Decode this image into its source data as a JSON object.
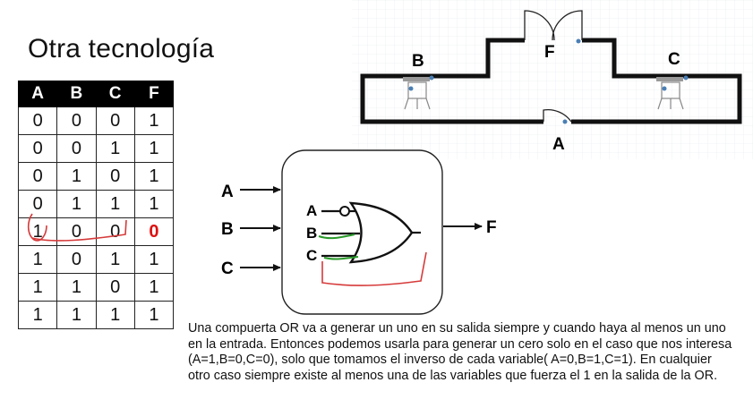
{
  "title": "Otra tecnología",
  "truth_table": {
    "headers": [
      "A",
      "B",
      "C",
      "F"
    ],
    "rows": [
      [
        "0",
        "0",
        "0",
        "1"
      ],
      [
        "0",
        "0",
        "1",
        "1"
      ],
      [
        "0",
        "1",
        "0",
        "1"
      ],
      [
        "0",
        "1",
        "1",
        "1"
      ],
      [
        "1",
        "0",
        "0",
        "0"
      ],
      [
        "1",
        "0",
        "1",
        "1"
      ],
      [
        "1",
        "1",
        "0",
        "1"
      ],
      [
        "1",
        "1",
        "1",
        "1"
      ]
    ],
    "highlight_color": "#d11111"
  },
  "floor_plan": {
    "label_b": "B",
    "label_f": "F",
    "label_c": "C",
    "label_a": "A"
  },
  "circuit": {
    "input_a": "A",
    "input_b": "B",
    "input_c": "C",
    "output": "F",
    "gate_in_a": "A",
    "gate_in_b": "B",
    "gate_in_c": "C",
    "gate_type": "or-gate",
    "annotation_colors": {
      "green": "#2a9a2a",
      "red": "#d63a3a"
    }
  },
  "description": "Una compuerta OR va a generar un uno en su salida siempre y cuando haya al menos un uno en la entrada. Entonces podemos usarla para generar un cero solo en el caso que nos interesa (A=1,B=0,C=0), solo que tomamos el inverso de cada variable( A=0,B=1,C=1). En cualquier otro caso siempre existe al menos una de las variables que fuerza el 1 en la salida de la OR."
}
